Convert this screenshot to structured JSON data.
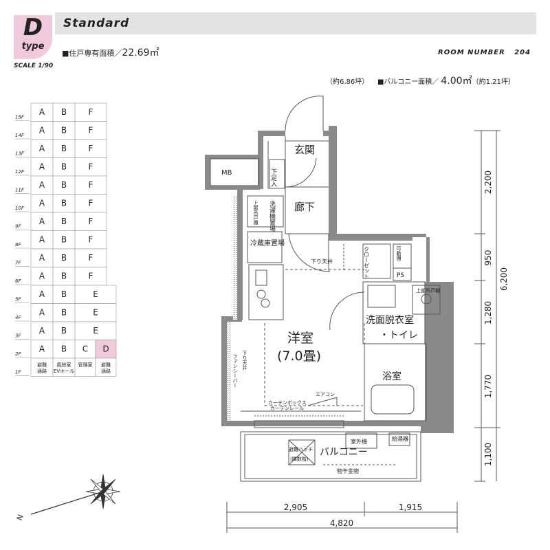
{
  "header": {
    "type_letter": "D",
    "type_word": "type",
    "scale": "SCALE 1/90",
    "plan_name": "Standard",
    "exclusive_area_label": "■住戸専有面積／",
    "exclusive_area_value": "22.69㎡",
    "room_number_label": "ROOM NUMBER",
    "room_number": "204",
    "tsubo": "（約6.86坪）",
    "balcony_area_label": "■バルコニー面積／",
    "balcony_area_value": "4.00㎡",
    "balcony_tsubo": "（約1.21坪）"
  },
  "floor_key": {
    "floors": [
      {
        "floor": "15F",
        "units": [
          "A",
          "B",
          "F"
        ]
      },
      {
        "floor": "14F",
        "units": [
          "A",
          "B",
          "F"
        ]
      },
      {
        "floor": "13F",
        "units": [
          "A",
          "B",
          "F"
        ]
      },
      {
        "floor": "12F",
        "units": [
          "A",
          "B",
          "F"
        ]
      },
      {
        "floor": "11F",
        "units": [
          "A",
          "B",
          "F"
        ]
      },
      {
        "floor": "10F",
        "units": [
          "A",
          "B",
          "F"
        ]
      },
      {
        "floor": "9F",
        "units": [
          "A",
          "B",
          "F"
        ]
      },
      {
        "floor": "8F",
        "units": [
          "A",
          "B",
          "F"
        ]
      },
      {
        "floor": "7F",
        "units": [
          "A",
          "B",
          "F"
        ]
      },
      {
        "floor": "6F",
        "units": [
          "A",
          "B",
          "F"
        ]
      },
      {
        "floor": "5F",
        "units": [
          "A",
          "B",
          "E"
        ]
      },
      {
        "floor": "4F",
        "units": [
          "A",
          "B",
          "E"
        ]
      },
      {
        "floor": "3F",
        "units": [
          "A",
          "B",
          "E"
        ]
      },
      {
        "floor": "2F",
        "units": [
          "A",
          "B",
          "C",
          "D"
        ]
      },
      {
        "floor": "1F",
        "units": [
          "避難通路",
          "風除室EVホール",
          "管理室",
          "避難通路"
        ]
      }
    ],
    "highlight_color": "#f1c9dc"
  },
  "rooms": {
    "entrance": "玄関",
    "hallway": "廊下",
    "shoe_box": "下足入",
    "mb": "MB",
    "washer": "洗濯機置場",
    "upper_shelf": "上部吊戸棚",
    "fridge": "冷蔵庫置場",
    "lowered_ceiling": "下り天井",
    "closet": "クローゼット",
    "movable_shelf": "可動棚",
    "ps": "PS",
    "upper_shelf_wash": "上部吊戸棚",
    "western_room": "洋室",
    "western_room_size": "(7.0畳)",
    "washroom": "洗面脱衣室",
    "toilet": "・トイレ",
    "bath": "浴室",
    "fan_ceiling": "下り天井",
    "fan_shower": "ファンシーバー",
    "aircon": "エアコン",
    "curtain_box": "カーテンボックス",
    "curtain_rail": "カーテンレール",
    "outdoor_unit": "室外機",
    "water_tap": "給湯器",
    "hatch": "避難ハッチ",
    "hatch_sub": "(隣数階)",
    "balcony": "バルコニー",
    "drying": "物干金物"
  },
  "dimensions": {
    "right": [
      "2,200",
      "950",
      "1,280",
      "1,770",
      "1,100"
    ],
    "right_total": "6,200",
    "bottom": [
      "2,905",
      "1,915"
    ],
    "bottom_total": "4,820"
  },
  "compass": {
    "north_label": "N"
  },
  "colors": {
    "header_bg": "#e3e3e4",
    "wall": "#8a8a8a",
    "dim": "#555555"
  }
}
